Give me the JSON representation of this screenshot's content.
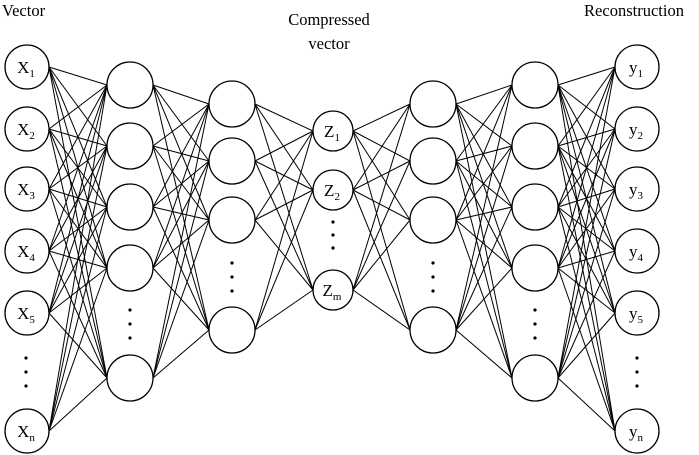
{
  "titles": {
    "input": "Vector",
    "bottleneck_line1": "Compressed",
    "bottleneck_line2": "vector",
    "output": "Reconstruction"
  },
  "input_nodes": [
    {
      "base": "X",
      "sub": "1"
    },
    {
      "base": "X",
      "sub": "2"
    },
    {
      "base": "X",
      "sub": "3"
    },
    {
      "base": "X",
      "sub": "4"
    },
    {
      "base": "X",
      "sub": "5"
    },
    {
      "base": "X",
      "sub": "n"
    }
  ],
  "bottleneck_nodes": [
    {
      "base": "Z",
      "sub": "1"
    },
    {
      "base": "Z",
      "sub": "2"
    },
    {
      "base": "Z",
      "sub": "m"
    }
  ],
  "output_nodes": [
    {
      "base": "y",
      "sub": "1"
    },
    {
      "base": "y",
      "sub": "2"
    },
    {
      "base": "y",
      "sub": "3"
    },
    {
      "base": "y",
      "sub": "4"
    },
    {
      "base": "y",
      "sub": "5"
    },
    {
      "base": "y",
      "sub": "n"
    }
  ],
  "colors": {
    "stroke": "#000000",
    "background": "#ffffff"
  }
}
